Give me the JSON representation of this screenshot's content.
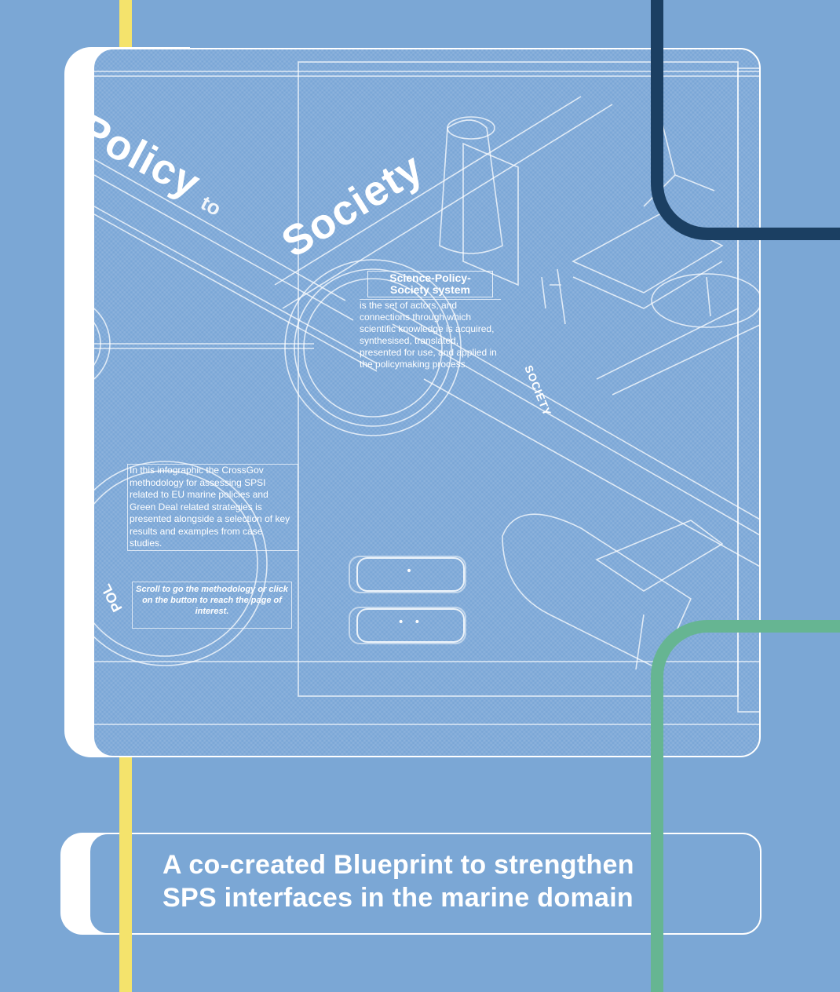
{
  "colors": {
    "background": "#7ba7d5",
    "accent_yellow": "#f4e36c",
    "accent_navy": "#1b3f62",
    "accent_green": "#66b592",
    "line_white": "#ffffff"
  },
  "blueprint": {
    "heading_policy": "Policy",
    "heading_to": "to",
    "heading_society": "Society",
    "sps_system": {
      "title": "Science-Policy-Society system",
      "body": "is the set of actors, and connections through which scientific knowledge is acquired, synthesised, translated, presented for use, and applied in the policymaking process."
    },
    "society_label": "SOCIETY",
    "intro_text": "In this infographic the CrossGov methodology for assessing SPSI related to EU marine policies and Green Deal related strategies is presented alongside a selection of key results and examples from case studies.",
    "scroll_hint": "Scroll to go the methodology or click on the button to reach the page of interest.",
    "policy_rotated_label": "POL",
    "buttons": [
      {
        "label": "•"
      },
      {
        "label": "• •"
      }
    ]
  },
  "title": {
    "line1": "A co-created Blueprint to strengthen",
    "line2": "SPS interfaces in the marine domain"
  }
}
